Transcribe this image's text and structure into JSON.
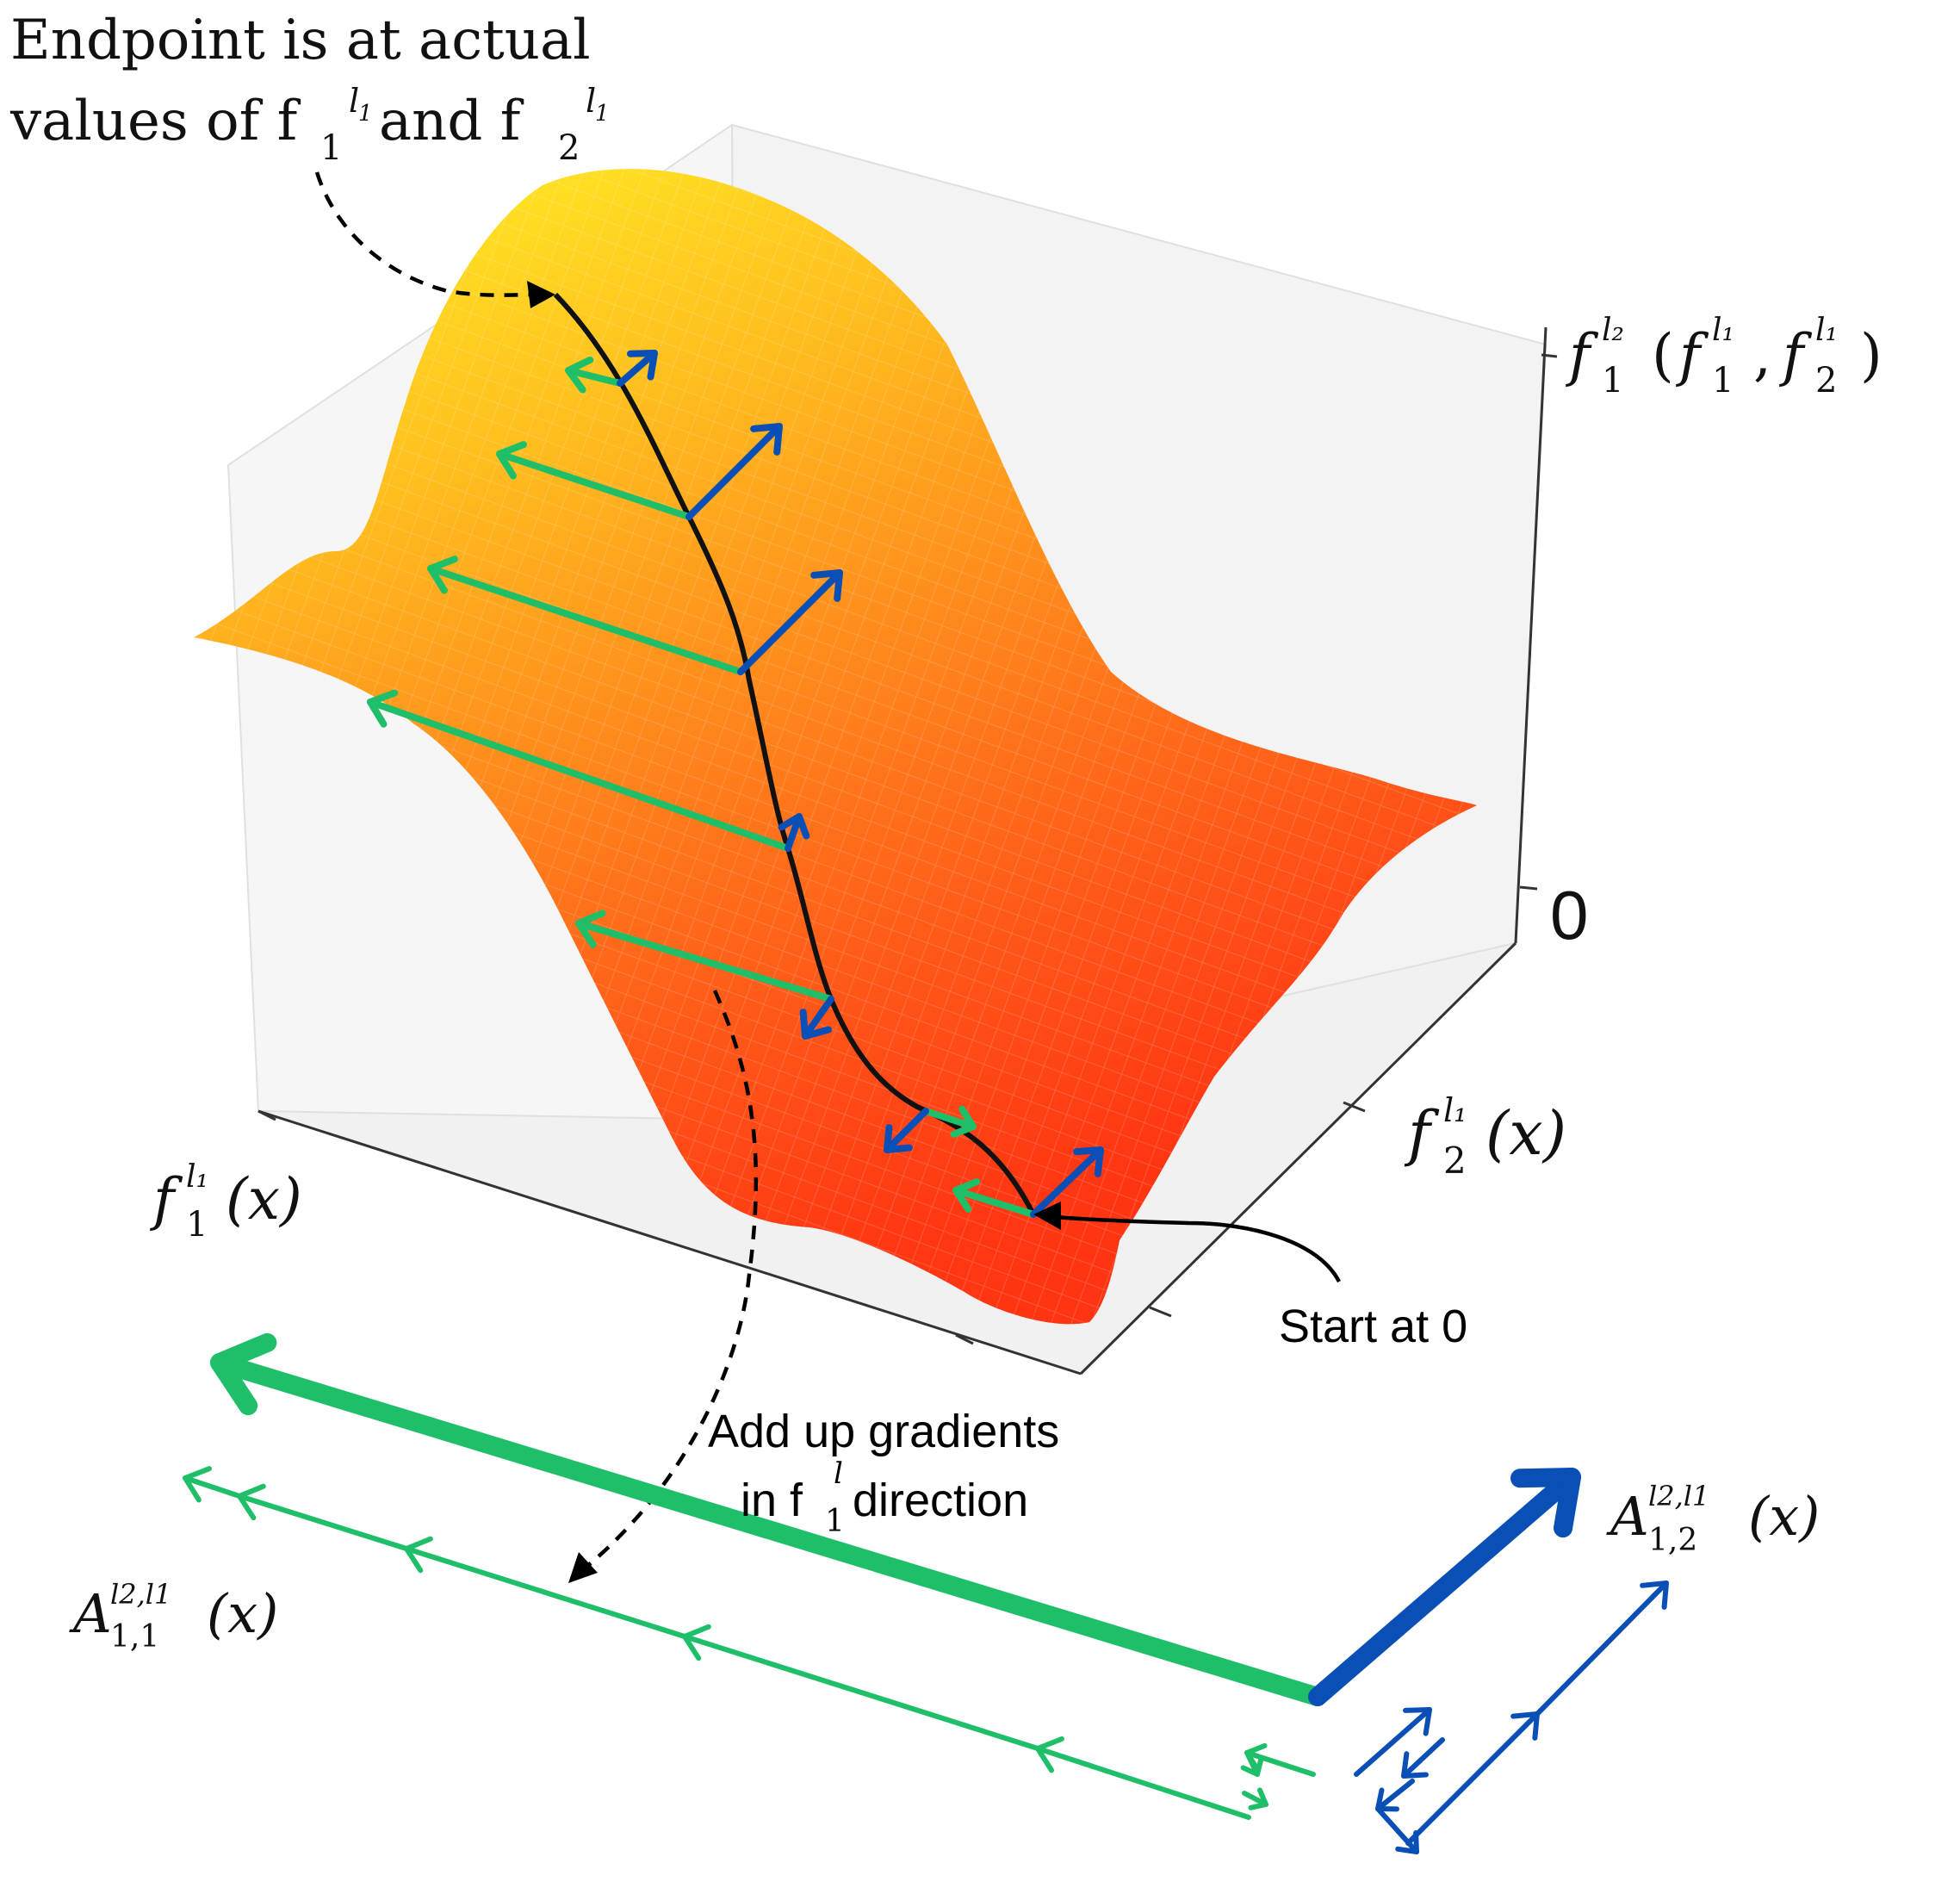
{
  "annotations": {
    "endpoint_line1": "Endpoint is at actual",
    "endpoint_line2_a": "values of f",
    "endpoint_line2_b": " and f",
    "endpoint_sub1": "1",
    "endpoint_sup1": "l",
    "endpoint_sup1_sub": "1",
    "endpoint_sub2": "2",
    "endpoint_sup2": "l",
    "endpoint_sup2_sub": "1",
    "start_label": "Start at 0",
    "add_line1": "Add up gradients",
    "add_line2_a": "in f",
    "add_line2_b": " direction",
    "add_sub": "1",
    "add_sup": "l"
  },
  "axes": {
    "z_label": "f",
    "z_tick_zero": "0",
    "x_label": "f",
    "y_label": "f"
  },
  "attribution": {
    "a11_label": "A",
    "a11_sup": "l2,l1",
    "a11_sub": "1,1",
    "a11_arg": "(x)",
    "a12_label": "A",
    "a12_sup": "l2,l1",
    "a12_sub": "1,2",
    "a12_arg": "(x)"
  },
  "colors": {
    "green": "#1fbf6a",
    "blue": "#0a4fb5",
    "surface_top": "#ffee22",
    "surface_mid": "#ff9a1a",
    "surface_low": "#ff2a12"
  }
}
